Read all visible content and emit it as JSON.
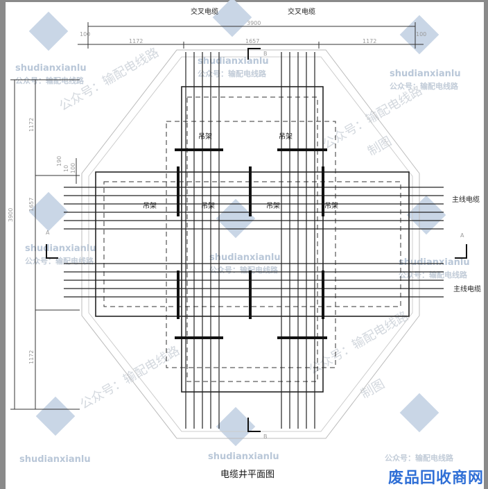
{
  "drawing": {
    "title": "电缆井平面图",
    "cross_cable_labels": [
      "交叉电缆",
      "交叉电缆"
    ],
    "main_cable_labels": [
      "主线电缆",
      "主线电缆"
    ],
    "hanger_labels": [
      "吊架",
      "吊架",
      "吊架",
      "吊架",
      "吊架",
      "吊架"
    ],
    "section_marks": {
      "a": "A",
      "b": "B"
    },
    "top_dimensions": {
      "total": "3900",
      "left_edge": "100",
      "left": "1172",
      "middle": "1657",
      "right": "1172",
      "right_edge": "100"
    },
    "left_dimensions": {
      "total": "3900",
      "top": "1172",
      "middle": "1657",
      "bottom": "1172",
      "small": [
        "100",
        "10",
        "190"
      ]
    }
  },
  "watermark": {
    "site": "shudianxianlu",
    "account": "公众号：输配电线路",
    "account_large": "公众号：输配电线路",
    "drawn": "制图"
  },
  "corner_logo": "废品回收商网"
}
